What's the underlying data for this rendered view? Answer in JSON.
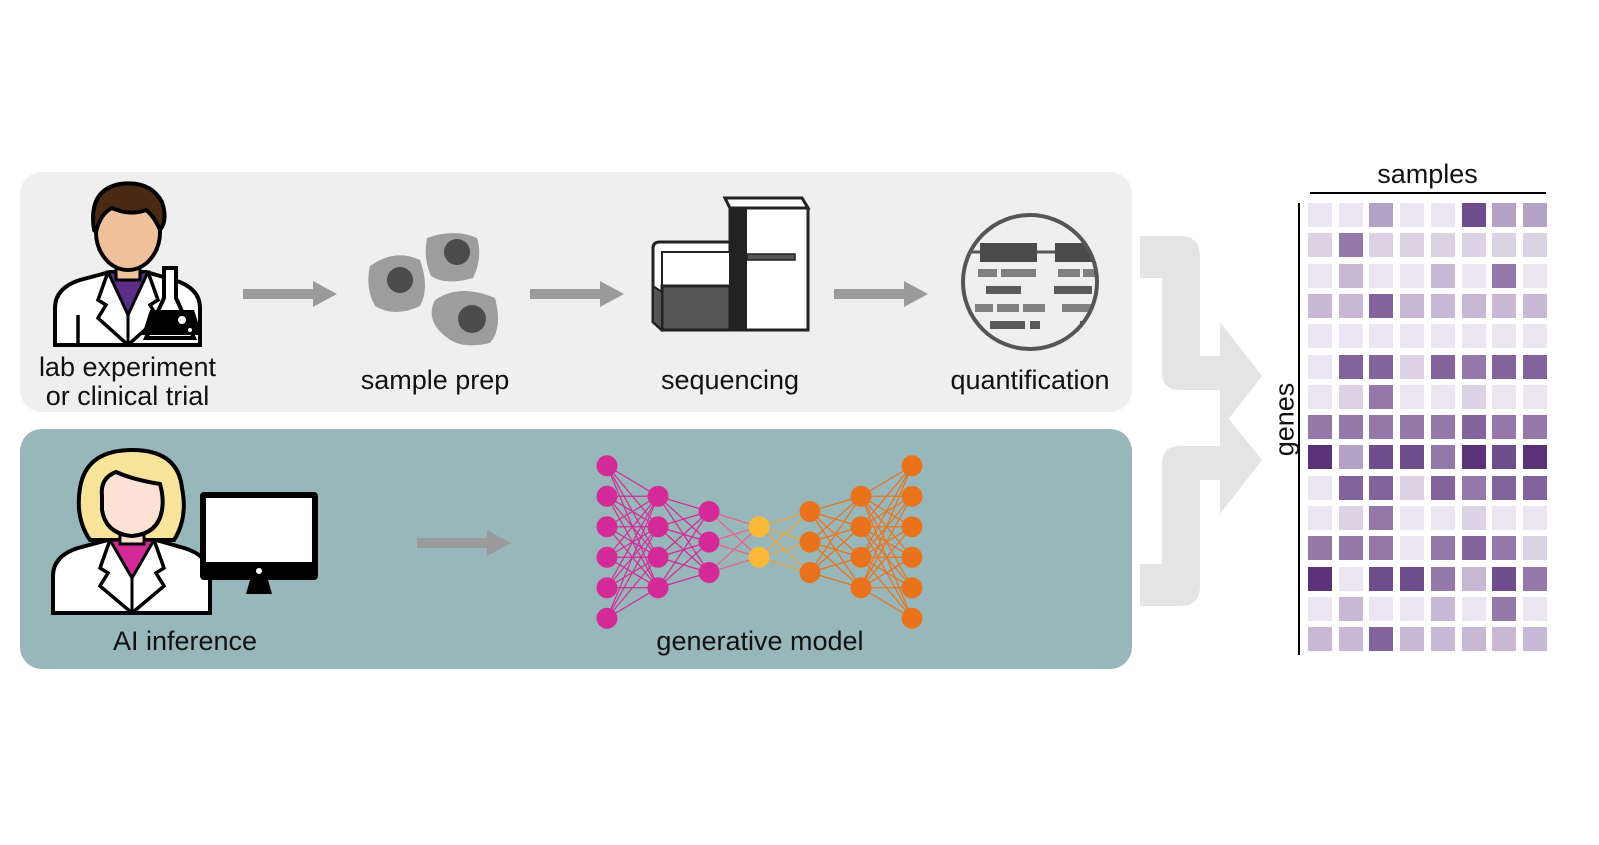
{
  "pipelines": {
    "experimental": {
      "steps": [
        {
          "label_line1": "lab experiment",
          "label_line2": "or clinical trial",
          "icon": "scientist-with-flask-icon"
        },
        {
          "label": "sample prep",
          "icon": "cells-icon"
        },
        {
          "label": "sequencing",
          "icon": "sequencer-icon"
        },
        {
          "label": "quantification",
          "icon": "read-alignment-magnifier-icon"
        }
      ]
    },
    "computational": {
      "steps": [
        {
          "label": "AI inference",
          "icon": "scientist-with-computer-icon"
        },
        {
          "label": "generative model",
          "icon": "neural-network-icon"
        }
      ],
      "network_layers": [
        6,
        4,
        3,
        2,
        3,
        4,
        6
      ]
    }
  },
  "colors": {
    "panel_top": "#efefef",
    "panel_bottom": "#98b7ba",
    "arrow": "#9a9a9a",
    "merge_arrow": "#e4e4e4",
    "encoder": "#d42a98",
    "latent": "#fbb93a",
    "decoder": "#e8731c"
  },
  "heatmap": {
    "x_label": "samples",
    "y_label": "genes",
    "palette": [
      "#ebe6f1",
      "#dbd3e4",
      "#c8b8d6",
      "#b3a1c6",
      "#9378a9",
      "#83639c",
      "#6f4c8c",
      "#5b3178"
    ],
    "rows": [
      [
        0,
        0,
        3,
        0,
        0,
        6,
        3,
        3
      ],
      [
        1,
        4,
        1,
        1,
        1,
        1,
        1,
        1
      ],
      [
        0,
        2,
        0,
        0,
        2,
        0,
        4,
        0
      ],
      [
        2,
        2,
        5,
        2,
        2,
        2,
        2,
        2
      ],
      [
        0,
        0,
        0,
        0,
        0,
        0,
        0,
        0
      ],
      [
        0,
        5,
        5,
        1,
        5,
        4,
        5,
        5
      ],
      [
        0,
        1,
        4,
        0,
        0,
        1,
        0,
        0
      ],
      [
        4,
        4,
        4,
        4,
        4,
        5,
        4,
        4
      ],
      [
        7,
        3,
        6,
        6,
        4,
        7,
        6,
        7
      ],
      [
        0,
        5,
        5,
        1,
        5,
        4,
        5,
        5
      ],
      [
        0,
        1,
        4,
        0,
        0,
        1,
        0,
        0
      ],
      [
        4,
        4,
        4,
        0,
        4,
        5,
        4,
        1
      ],
      [
        7,
        0,
        6,
        6,
        4,
        2,
        6,
        4
      ],
      [
        0,
        2,
        0,
        0,
        2,
        0,
        4,
        0
      ],
      [
        2,
        2,
        5,
        2,
        2,
        2,
        2,
        2
      ]
    ]
  }
}
